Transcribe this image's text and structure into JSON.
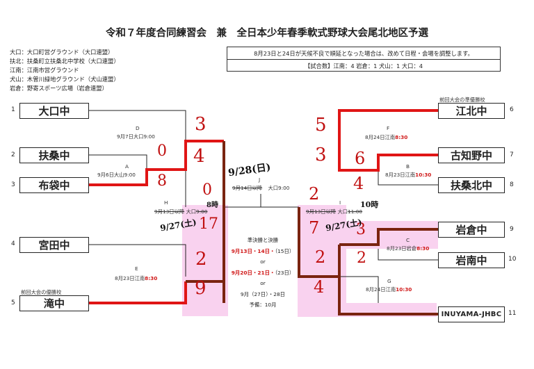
{
  "title": "令和７年度合同練習会　兼　全日本少年春季軟式野球大会尾北地区予選",
  "venues": [
    "大口：大口町営グラウンド（大口連盟）",
    "扶北：扶桑町立扶桑北中学校（大口連盟）",
    "江南：江南市営グラウンド",
    "犬山：木曽川緑地グラウンド（犬山連盟）",
    "岩倉：野寄スポーツ広場（岩倉連盟）"
  ],
  "notice": {
    "line1": "8月23日と24日が天候不良で順延となった場合は、改めて日程・会場を調整します。",
    "line2": "【試合数】江南：4 岩倉：1 犬山：1 大口：4"
  },
  "teams_left": [
    {
      "seed": "1",
      "name": "大口中"
    },
    {
      "seed": "2",
      "name": "扶桑中"
    },
    {
      "seed": "3",
      "name": "布袋中"
    },
    {
      "seed": "4",
      "name": "宮田中"
    },
    {
      "seed": "5",
      "name": "滝中",
      "note": "前回大会の優勝校"
    }
  ],
  "teams_right": [
    {
      "seed": "6",
      "name": "江北中",
      "note": "前回大会の準優勝校"
    },
    {
      "seed": "7",
      "name": "古知野中"
    },
    {
      "seed": "8",
      "name": "扶桑北中"
    },
    {
      "seed": "9",
      "name": "岩倉中"
    },
    {
      "seed": "10",
      "name": "岩南中"
    },
    {
      "seed": "11",
      "name": "INUYAMA-JHBC"
    }
  ],
  "matches": {
    "A": {
      "id": "A",
      "info": "9月6日大山9:00"
    },
    "B": {
      "id": "B",
      "info_pre": "8月23日江南",
      "time": "10:30"
    },
    "C": {
      "id": "C",
      "info_pre": "8月23日岩倉",
      "time": "8:30"
    },
    "D": {
      "id": "D",
      "info": "9月7日大口9:00"
    },
    "E": {
      "id": "E",
      "info_pre": "8月23日江南",
      "time": "8:30"
    },
    "F": {
      "id": "F",
      "info_pre": "8月24日江南",
      "time": "8:30"
    },
    "G": {
      "id": "G",
      "info_pre": "8月24日江南",
      "time": "10:30"
    },
    "H": {
      "id": "H",
      "strike": "9月13日以降",
      "venue": "大口",
      "time_strike": "9:00"
    },
    "I": {
      "id": "I",
      "strike": "9月13日以降",
      "venue": "大口",
      "time_strike": "11:00"
    },
    "J": {
      "id": "J",
      "strike": "9月14日以降",
      "venue": "大口9:00"
    }
  },
  "final": {
    "heading": "準決勝と決勝",
    "opt1_red": "9月13日・14日・",
    "opt1_rest": "（15日）",
    "or1": "or",
    "opt2_red": "9月20日・21日・",
    "opt2_rest": "（23日）",
    "or2": "or",
    "opt3": "9月（27日）・28日",
    "reserve": "予備：10月"
  },
  "handwritten": {
    "s_A_top": "0",
    "s_A_bot": "8",
    "s_D_top": "3",
    "s_D_bot": "4",
    "s_F_top": "5",
    "s_F_bot": "3",
    "s_B_top": "6",
    "s_B_bot": "4",
    "s_H_top": "0",
    "s_H_bot": "17",
    "s_E_top": "2",
    "s_E_bot": "9",
    "s_I_top": "2",
    "s_I_bot": "7",
    "s_C_top": "3",
    "s_C_bot": "2",
    "s_G_top": "2",
    "s_G_bot": "4",
    "j_date": "9/28(日)",
    "h_date": "9/27(土)",
    "h_time": "8時",
    "i_date": "9/27(土)",
    "i_time": "10時"
  },
  "colors": {
    "win": "#e01515",
    "semi": "#7a2410",
    "highlight": "#f9d2ef",
    "ink": "#222222"
  }
}
